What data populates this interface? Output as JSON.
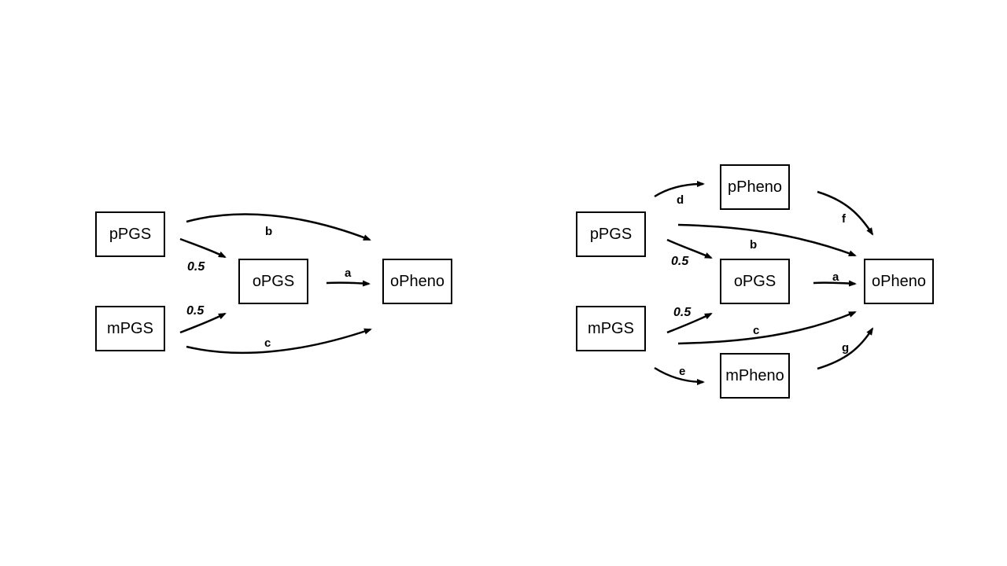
{
  "left_diagram": {
    "nodes": {
      "ppgs": "pPGS",
      "mpgs": "mPGS",
      "opgs": "oPGS",
      "opheno": "oPheno"
    },
    "edges": {
      "ppgs_opgs": "0.5",
      "mpgs_opgs": "0.5",
      "opgs_opheno": "a",
      "ppgs_opheno": "b",
      "mpgs_opheno": "c"
    }
  },
  "right_diagram": {
    "nodes": {
      "ppgs": "pPGS",
      "mpgs": "mPGS",
      "opgs": "oPGS",
      "ppheno": "pPheno",
      "mpheno": "mPheno",
      "opheno": "oPheno"
    },
    "edges": {
      "ppgs_ppheno": "d",
      "ppheno_opheno": "f",
      "ppgs_opheno": "b",
      "ppgs_opgs": "0.5",
      "opgs_opheno": "a",
      "mpgs_opgs": "0.5",
      "mpgs_opheno": "c",
      "mpgs_mpheno": "e",
      "mpheno_opheno": "g"
    }
  }
}
